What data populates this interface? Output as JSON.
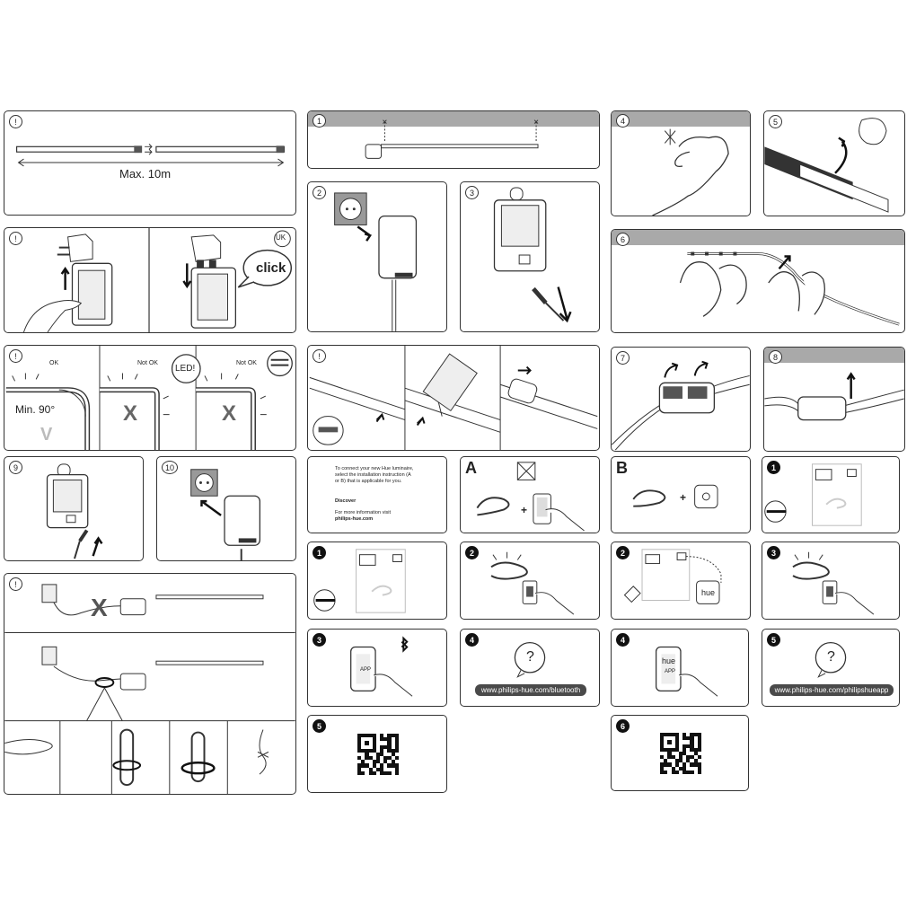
{
  "left_column": {
    "p1": {
      "step": "!",
      "length_label": "Max. 10m"
    },
    "p2": {
      "step": "!",
      "region": "UK",
      "click_label": "click"
    },
    "p3": {
      "step": "!",
      "ok_label": "OK",
      "not_ok_label_1": "Not OK",
      "not_ok_label_2": "Not OK",
      "angle_label": "Min. 90°",
      "led_label": "LED!",
      "cross_mark_1": "X",
      "cross_mark_2": "X",
      "check_mark": "V"
    },
    "p9": {
      "step": "9"
    },
    "p10": {
      "step": "10"
    },
    "p_cable": {
      "step": "!",
      "cross_mark": "X"
    }
  },
  "middle_column": {
    "m1": {
      "step": "1"
    },
    "m2": {
      "step": "2"
    },
    "m3": {
      "step": "3"
    },
    "m_cut": {
      "step": "!"
    }
  },
  "right_column": {
    "r4": {
      "step": "4"
    },
    "r5": {
      "step": "5"
    },
    "r6": {
      "step": "6"
    },
    "r7": {
      "step": "7"
    },
    "r8": {
      "step": "8"
    }
  },
  "connect": {
    "intro_text": "To connect your new Hue luminaire, select the installation instruction (A or B) that is applicable for you.",
    "discover_label": "Discover",
    "more_info_text": "For more information visit",
    "site": "philips-hue.com"
  },
  "option_a": {
    "letter": "A",
    "plus": "+",
    "s1": "1",
    "s2": "2",
    "s3": "3",
    "s4": "4",
    "s5": "5",
    "app_label": "APP",
    "question": "?",
    "url": "www.philips-hue.com/bluetooth"
  },
  "option_b": {
    "letter": "B",
    "plus": "+",
    "s1": "1",
    "s2": "2",
    "s3": "3",
    "s4": "4",
    "s5": "5",
    "s6": "6",
    "hue_label": "hue",
    "app_label": "APP",
    "question": "?",
    "url": "www.philips-hue.com/philipshueapp"
  }
}
